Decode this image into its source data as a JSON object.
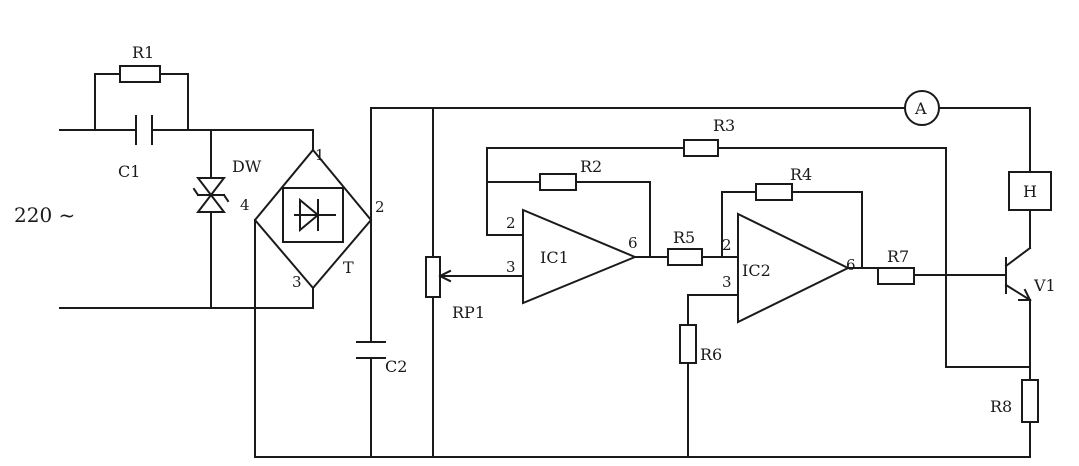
{
  "labels": {
    "R1": "R1",
    "C1": "C1",
    "DW": "DW",
    "T": "T",
    "RP1": "RP1",
    "C2": "C2",
    "R2": "R2",
    "R3": "R3",
    "R4": "R4",
    "R5": "R5",
    "R6": "R6",
    "R7": "R7",
    "R8": "R8",
    "IC1": "IC1",
    "IC2": "IC2",
    "H": "H",
    "V1": "V1",
    "A": "A",
    "supply": "220 ~"
  },
  "pins": {
    "bridge": [
      "1",
      "2",
      "3",
      "4"
    ],
    "ic1": [
      "2",
      "3",
      "6"
    ],
    "ic2": [
      "2",
      "3",
      "6"
    ]
  }
}
